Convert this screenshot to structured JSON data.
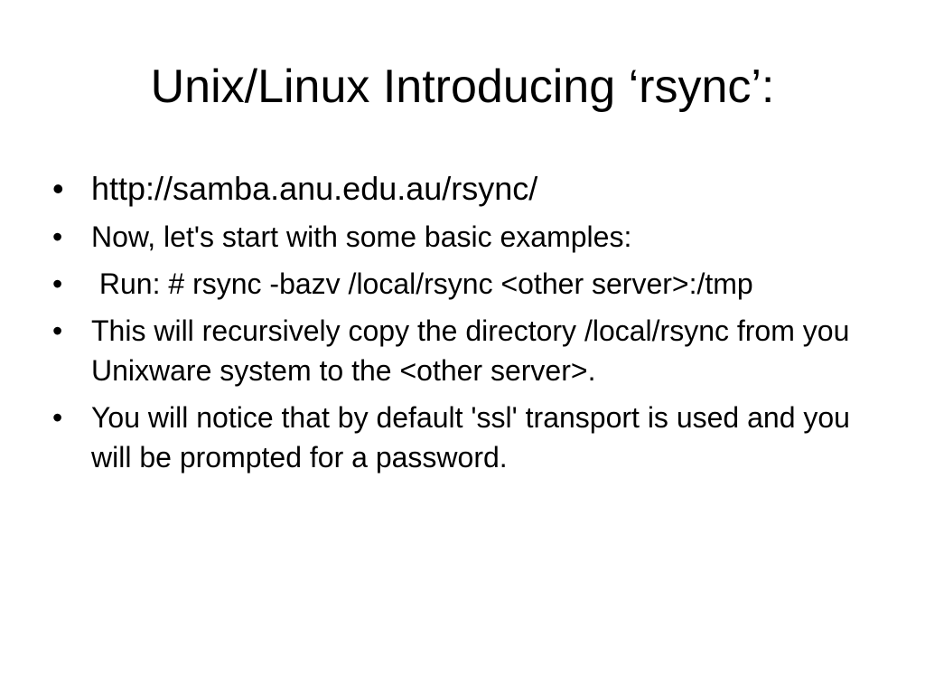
{
  "slide": {
    "title": "Unix/Linux Introducing ‘rsync’:",
    "bullet_symbol": "•",
    "bullets": [
      {
        "text": "http://samba.anu.edu.au/rsync/"
      },
      {
        "text": "Now, let's start with some basic examples:"
      },
      {
        "text": " Run: # rsync -bazv /local/rsync <other server>:/tmp"
      },
      {
        "text": "This will recursively copy the directory /local/rsync from you Unixware system to the <other server>."
      },
      {
        "text": "You will notice that by default 'ssl' transport is used and you will be prompted for a password."
      }
    ]
  }
}
